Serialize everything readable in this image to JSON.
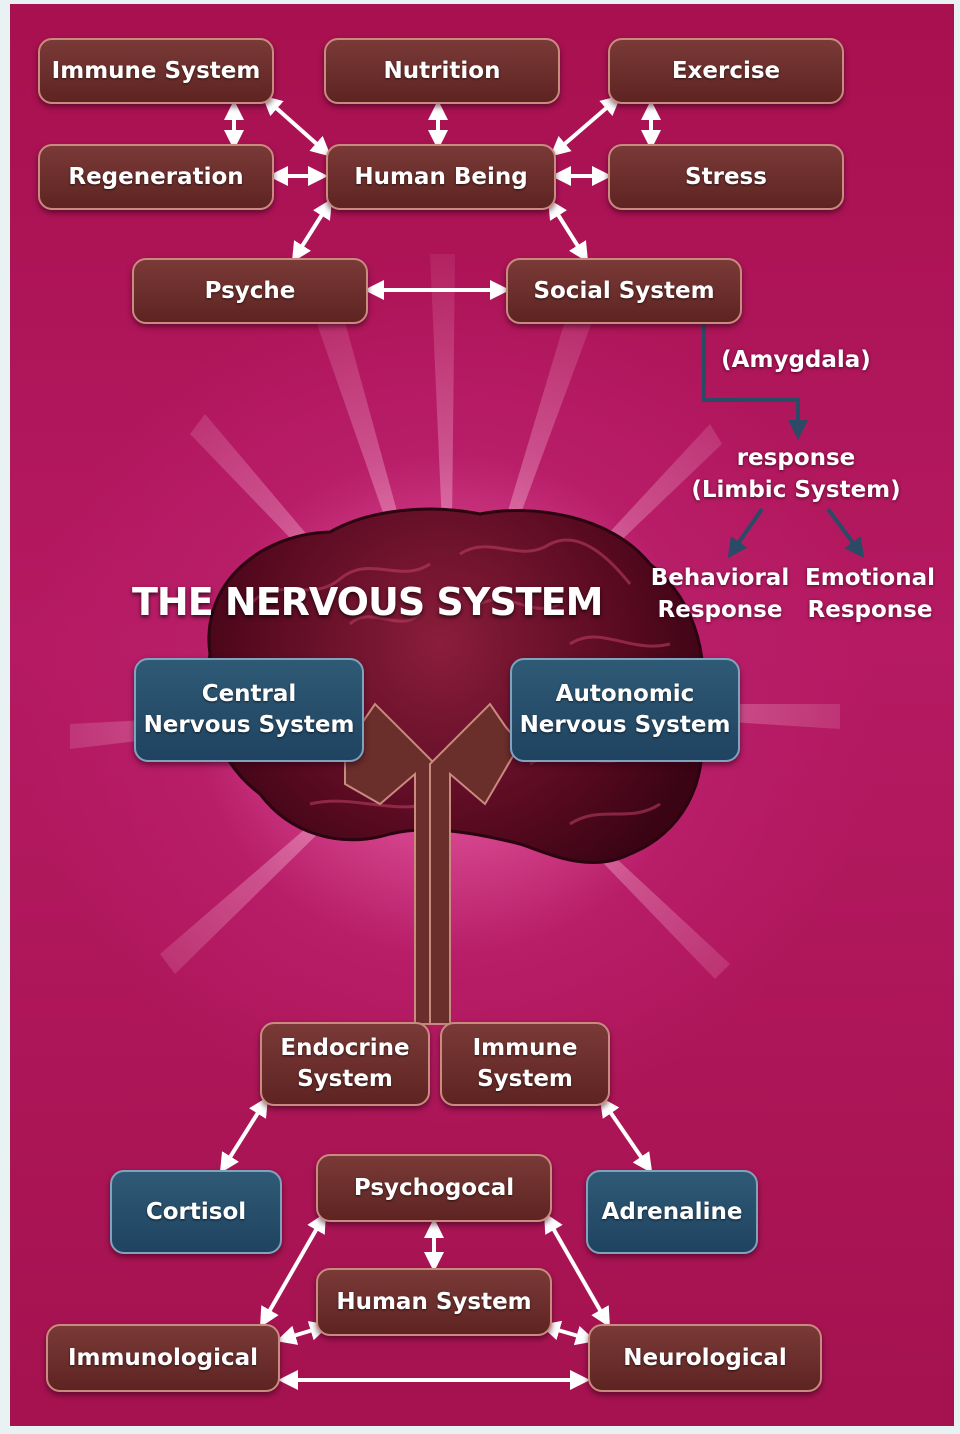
{
  "title": "THE NERVOUS SYSTEM",
  "top": {
    "immune_system": "Immune System",
    "nutrition": "Nutrition",
    "exercise": "Exercise",
    "regeneration": "Regeneration",
    "human_being": "Human Being",
    "stress": "Stress",
    "psyche": "Psyche",
    "social_system": "Social System"
  },
  "amygdala": {
    "label": "(Amygdala)",
    "response": "response\n(Limbic System)",
    "behavioral": "Behavioral\nResponse",
    "emotional": "Emotional\nResponse"
  },
  "nervous": {
    "central": "Central\nNervous System",
    "autonomic": "Autonomic\nNervous System",
    "endocrine": "Endocrine\nSystem",
    "immune": "Immune\nSystem"
  },
  "bottom": {
    "cortisol": "Cortisol",
    "psychogocal": "Psychogocal",
    "adrenaline": "Adrenaline",
    "human_system": "Human System",
    "immunological": "Immunological",
    "neurological": "Neurological"
  },
  "colors": {
    "background": "#b0175e",
    "brown_box": "#6a2e2b",
    "blue_box": "#264b68",
    "arrow_dark": "#2b4a66",
    "arrow_light": "#ffffff"
  }
}
